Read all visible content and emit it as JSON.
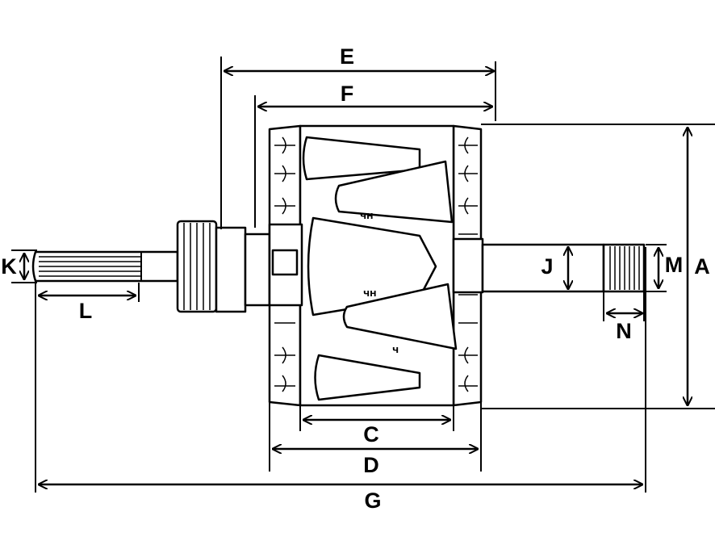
{
  "diagram": {
    "labels": {
      "A": "A",
      "C": "C",
      "D": "D",
      "E": "E",
      "F": "F",
      "G": "G",
      "J": "J",
      "K": "K",
      "L": "L",
      "M": "M",
      "N": "N"
    },
    "colors": {
      "line": "#000000",
      "background": "#ffffff"
    }
  }
}
